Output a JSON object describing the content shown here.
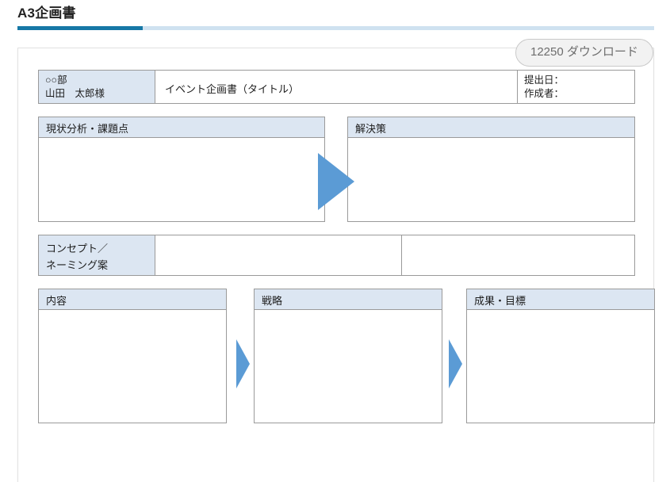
{
  "page": {
    "title": "A3企画書",
    "accent_color": "#1678a6",
    "rule_color": "#cfe2f0"
  },
  "badge": {
    "label": "12250 ダウンロード",
    "count": 12250,
    "unit": "ダウンロード"
  },
  "document": {
    "header": {
      "recipient_line1": "○○部",
      "recipient_line2": "山田　太郎様",
      "doc_title": "イベント企画書（タイトル）",
      "meta_line1": "提出日：",
      "meta_line2": "作成者："
    },
    "top_panels": [
      {
        "label": "現状分析・課題点",
        "body": ""
      },
      {
        "label": "解決策",
        "body": ""
      }
    ],
    "concept_row": {
      "label_line1": "コンセプト／",
      "label_line2": "ネーミング案",
      "value_left": "",
      "value_right": ""
    },
    "bottom_panels": [
      {
        "label": "内容",
        "body": ""
      },
      {
        "label": "戦略",
        "body": ""
      },
      {
        "label": "成果・目標",
        "body": ""
      }
    ],
    "arrow_color": "#5b9bd5",
    "band_color": "#dce6f2",
    "border_color": "#9a9a9a"
  }
}
